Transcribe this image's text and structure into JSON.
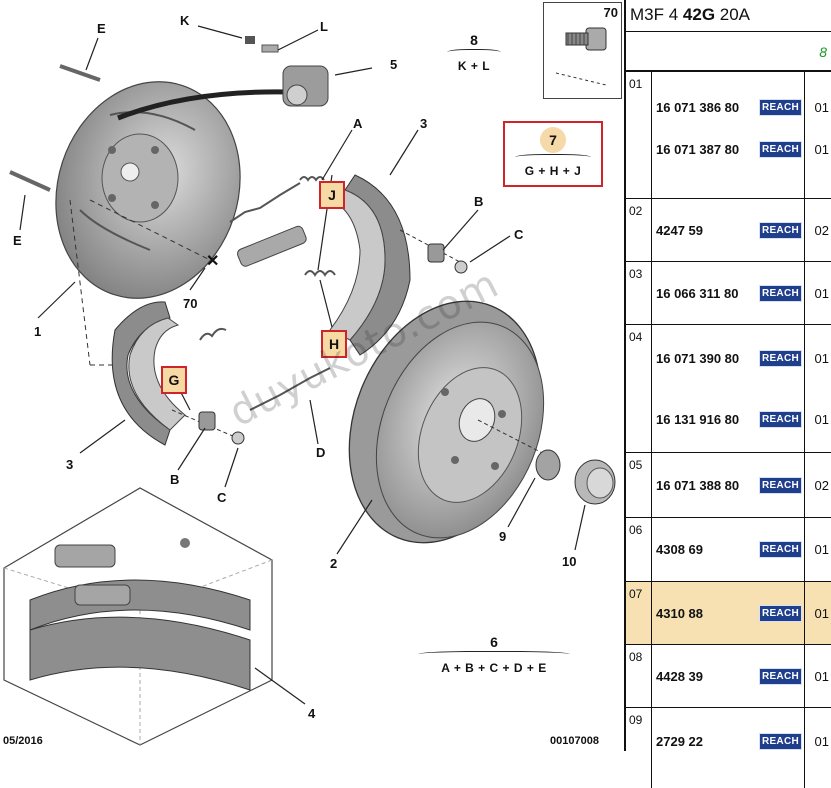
{
  "diagram": {
    "callouts": {
      "e_top": "E",
      "k": "K",
      "l": "L",
      "n5": "5",
      "a": "A",
      "n3_top": "3",
      "n1": "1",
      "e_left": "E",
      "n70": "70",
      "b_right": "B",
      "c_right": "C",
      "n3_left": "3",
      "b_left": "B",
      "c_left": "C",
      "d": "D",
      "n2": "2",
      "n9": "9",
      "n10": "10",
      "n4": "4"
    },
    "kits": {
      "kit8": {
        "number": "8",
        "items": "K + L"
      },
      "kit7": {
        "number": "7",
        "items": "G + H + J"
      },
      "kit6": {
        "number": "6",
        "items": "A + B + C + D + E"
      }
    },
    "letter_boxes": {
      "j": "J",
      "h": "H",
      "g": "G"
    },
    "screw_box_number": "70",
    "footer": {
      "date": "05/2016",
      "code": "00107008"
    },
    "watermark": "duyukoto.com",
    "colors": {
      "highlight_border": "#d0242b",
      "highlight_fill": "#f7d9a4"
    }
  },
  "panel": {
    "header_prefix": "M3F 4 ",
    "header_bold": "42G",
    "header_suffix": " 20A",
    "subheader": "8",
    "rows": [
      {
        "index": "01",
        "lines": [
          {
            "ref": "16 071 386 80",
            "badge": "REACH",
            "qty": "01"
          },
          {
            "ref": "16 071 387 80",
            "badge": "REACH",
            "qty": "01"
          }
        ]
      },
      {
        "index": "02",
        "lines": [
          {
            "ref": "4247 59",
            "badge": "REACH",
            "qty": "02"
          }
        ]
      },
      {
        "index": "03",
        "lines": [
          {
            "ref": "16 066 311 80",
            "badge": "REACH",
            "qty": "01"
          }
        ]
      },
      {
        "index": "04",
        "lines": [
          {
            "ref": "16 071 390 80",
            "badge": "REACH",
            "qty": "01"
          },
          {
            "ref": "16 131 916 80",
            "badge": "REACH",
            "qty": "01"
          }
        ]
      },
      {
        "index": "05",
        "lines": [
          {
            "ref": "16 071 388 80",
            "badge": "REACH",
            "qty": "02"
          }
        ]
      },
      {
        "index": "06",
        "lines": [
          {
            "ref": "4308 69",
            "badge": "REACH",
            "qty": "01"
          }
        ]
      },
      {
        "index": "07",
        "highlighted": true,
        "lines": [
          {
            "ref": "4310 88",
            "badge": "REACH",
            "qty": "01"
          }
        ]
      },
      {
        "index": "08",
        "lines": [
          {
            "ref": "4428 39",
            "badge": "REACH",
            "qty": "01"
          }
        ]
      },
      {
        "index": "09",
        "lines": [
          {
            "ref": "2729 22",
            "badge": "REACH",
            "qty": "01"
          }
        ]
      }
    ],
    "colors": {
      "highlight_row": "#f7e1b3",
      "reach_badge": "#1f3f8c",
      "subheader_text": "#1a9a2a"
    }
  }
}
